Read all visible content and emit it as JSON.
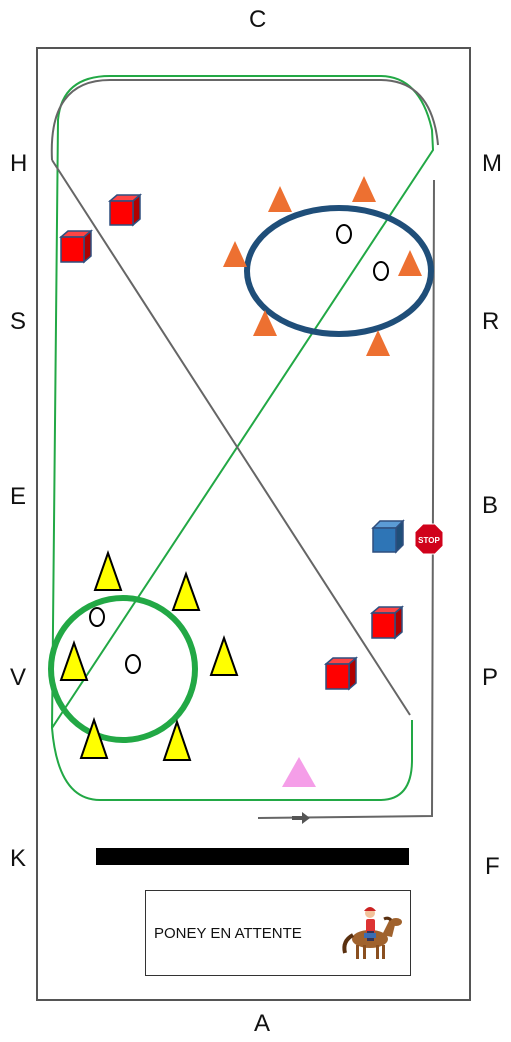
{
  "arena_letters": {
    "C": "C",
    "H": "H",
    "M": "M",
    "S": "S",
    "R": "R",
    "E": "E",
    "B": "B",
    "V": "V",
    "P": "P",
    "K": "K",
    "F": "F",
    "A": "A"
  },
  "obstacles": {
    "stop_sign_text": "STOP",
    "waiting_area_label": "PONEY EN ATTENTE"
  },
  "colors": {
    "arena_border": "#555555",
    "green_track": "#22a845",
    "grey_track": "#666666",
    "blue_circle": "#1f4e79",
    "green_circle": "#22a845",
    "cone_orange": "#ed7031",
    "cone_yellow": "#ffff00",
    "cube_red": "#ff0000",
    "cube_edge": "#2f4f7f",
    "cube_blue": "#2e75b6",
    "pink_triangle": "#f59ee8",
    "stop_red": "#d0021b",
    "barrier": "#000000"
  },
  "icons": [
    "stop-sign-icon",
    "horse-rider-icon",
    "arrow-right-icon"
  ]
}
